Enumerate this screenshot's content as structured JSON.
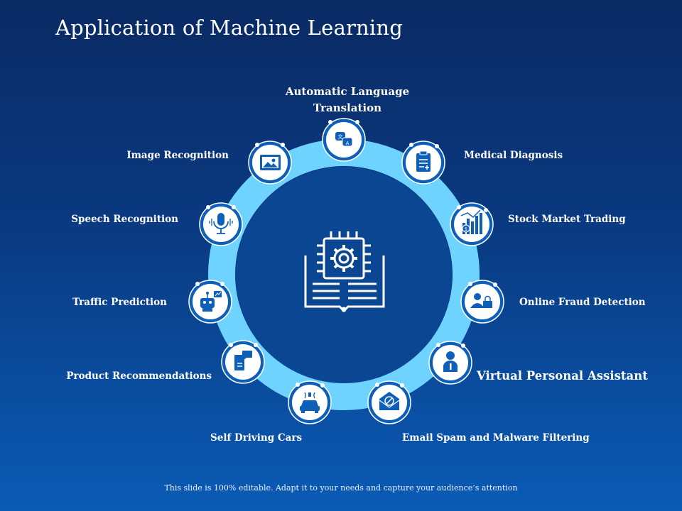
{
  "title": "Application of Machine Learning",
  "footer": "This slide is 100% editable. Adapt it to your needs and capture your audience’s attention",
  "colors": {
    "background_top": "#0a2a63",
    "background_bottom": "#0a5bb5",
    "ring": "#6fd3ff",
    "node_fill": "#0e5fb8",
    "icon": "#ffffff"
  },
  "center_icon": "machine-learning-book-chip-icon",
  "applications": [
    {
      "label_line1": "Automatic Language",
      "label_line2": "Translation",
      "icon": "translation-icon"
    },
    {
      "label": "Medical Diagnosis",
      "icon": "clipboard-icon"
    },
    {
      "label": "Stock Market Trading",
      "icon": "stock-chart-icon"
    },
    {
      "label": "Online Fraud Detection",
      "icon": "fraud-user-lock-icon"
    },
    {
      "label": "Virtual Personal Assistant",
      "icon": "person-info-icon"
    },
    {
      "label": "Email Spam and Malware Filtering",
      "icon": "email-block-icon"
    },
    {
      "label": "Self Driving Cars",
      "icon": "self-driving-car-icon"
    },
    {
      "label": "Product Recommendations",
      "icon": "product-chat-icon"
    },
    {
      "label": "Traffic Prediction",
      "icon": "robot-chart-icon"
    },
    {
      "label": "Speech Recognition",
      "icon": "microphone-icon"
    },
    {
      "label": "Image Recognition",
      "icon": "image-icon"
    }
  ]
}
